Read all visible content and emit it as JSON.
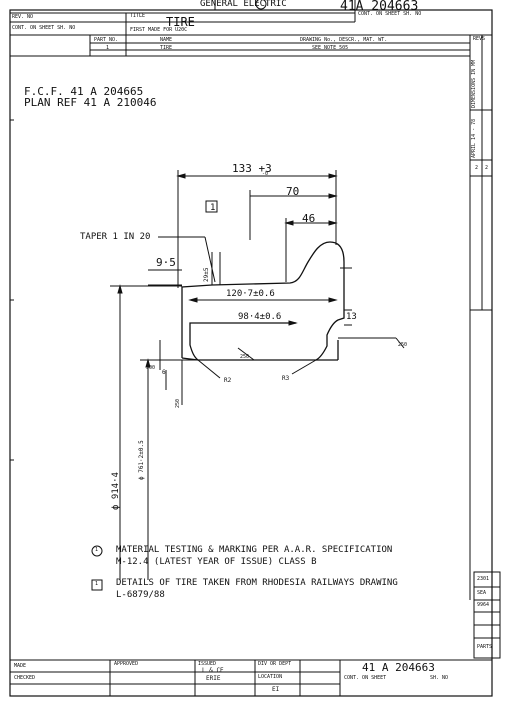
{
  "title_block": {
    "company": "GENERAL  ELECTRIC",
    "company_logo_icon": "ge-monogram-icon",
    "doc_number": "41A 204663",
    "cont_on_sheet_label": "CONT. ON SHEET  SH. NO",
    "rev_no_label": "REV. NO",
    "cont_on_sheet_sh_no_label": "CONT. ON SHEET  SH. NO",
    "title_label": "TITLE",
    "title": "TIRE",
    "first_made_for": "FIRST MADE FOR U20C",
    "part_no_label": "PART NO.",
    "name_label": "NAME",
    "drawing_no_label": "DRAWING No., DESCR., MAT. WT.",
    "rev_label": "REVS",
    "row_part_no": "1",
    "row_name": "TIRE",
    "row_drawing": "SEE NOTE 505"
  },
  "notes_top": {
    "fcf": "F.C.F. 41 A 204665",
    "plan_ref": "PLAN REF 41 A 210046"
  },
  "dimensions": {
    "d133": "133 +3",
    "d133_tol": "-0",
    "d70": "70",
    "d46": "46",
    "taper": "TAPER 1 IN 20",
    "d9_5": "9·5",
    "d29": "29±5",
    "d120": "120·7±0.6",
    "d98": "98·4±0.6",
    "d13": "13",
    "dia914": "ϕ 914·4",
    "dia761": "ϕ 761·2±0.5",
    "r2": "R2",
    "r3": "R3",
    "s250a": "250",
    "s250b": "250",
    "s250c": "250",
    "s500": "500",
    "s6": "6"
  },
  "notes_bottom": {
    "note1_marker": "1",
    "note1": "MATERIAL TESTING & MARKING PER A.A.R. SPECIFICATION",
    "note1_line2": "M-12.4 (LATEST YEAR OF ISSUE) CLASS B",
    "note2_marker": "1",
    "note2": "DETAILS OF TIRE TAKEN FROM RHODESIA RAILWAYS DRAWING",
    "note2_line2": "L-6879/88",
    "flag_marker": "1"
  },
  "right_strip": {
    "dimensions_label": "DIMENSIONS IN MM",
    "rev_date": "APRIL 14 - 78",
    "rev_initials": "2",
    "rev_mark": "2",
    "side_1": "2301",
    "side_2": "SEA",
    "side_3": "9964",
    "side_4": "PARTS"
  },
  "bottom_block": {
    "made_label": "MADE",
    "checked_label": "CHECKED",
    "approved_label": "APPROVED",
    "issued_label": "ISSUED",
    "issued_value": "L & CE",
    "issued_value2": "ERIE",
    "dept_label": "DIV OR DEPT",
    "location_label": "LOCATION",
    "doc_number": "41 A 204663",
    "cont_on_sheet": "CONT. ON SHEET",
    "sh_no": "SH. NO",
    "rev_code": "EI"
  }
}
